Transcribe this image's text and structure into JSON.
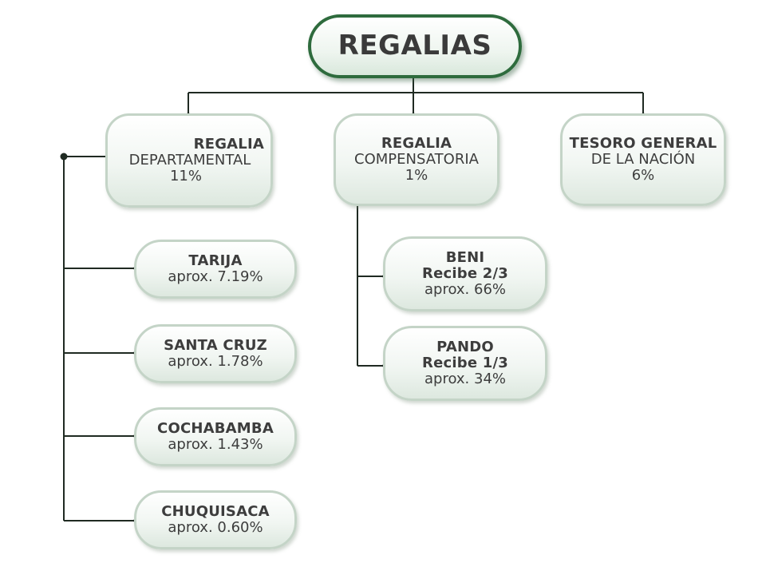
{
  "root": {
    "title": "REGALIAS"
  },
  "level1": [
    {
      "line1": "REGALIA",
      "line2": "DEPARTAMENTAL",
      "line3": "11%"
    },
    {
      "line1": "REGALIA",
      "line2": "COMPENSATORIA",
      "line3": "1%"
    },
    {
      "line1": "TESORO GENERAL",
      "line2": "DE LA NACIÓN",
      "line3": "6%"
    }
  ],
  "departamental": [
    {
      "name": "TARIJA",
      "value": "aprox. 7.19%"
    },
    {
      "name": "SANTA CRUZ",
      "value": "aprox. 1.78%"
    },
    {
      "name": "COCHABAMBA",
      "value": "aprox. 1.43%"
    },
    {
      "name": "CHUQUISACA",
      "value": "aprox. 0.60%"
    }
  ],
  "compensatoria": [
    {
      "name": "BENI",
      "share": "Recibe 2/3",
      "value": "aprox. 66%"
    },
    {
      "name": "PANDO",
      "share": "Recibe 1/3",
      "value": "aprox. 34%"
    }
  ],
  "colors": {
    "line": "#1f2a22",
    "accent": "#2e6b3d",
    "box_border": "#c4d4c7"
  }
}
